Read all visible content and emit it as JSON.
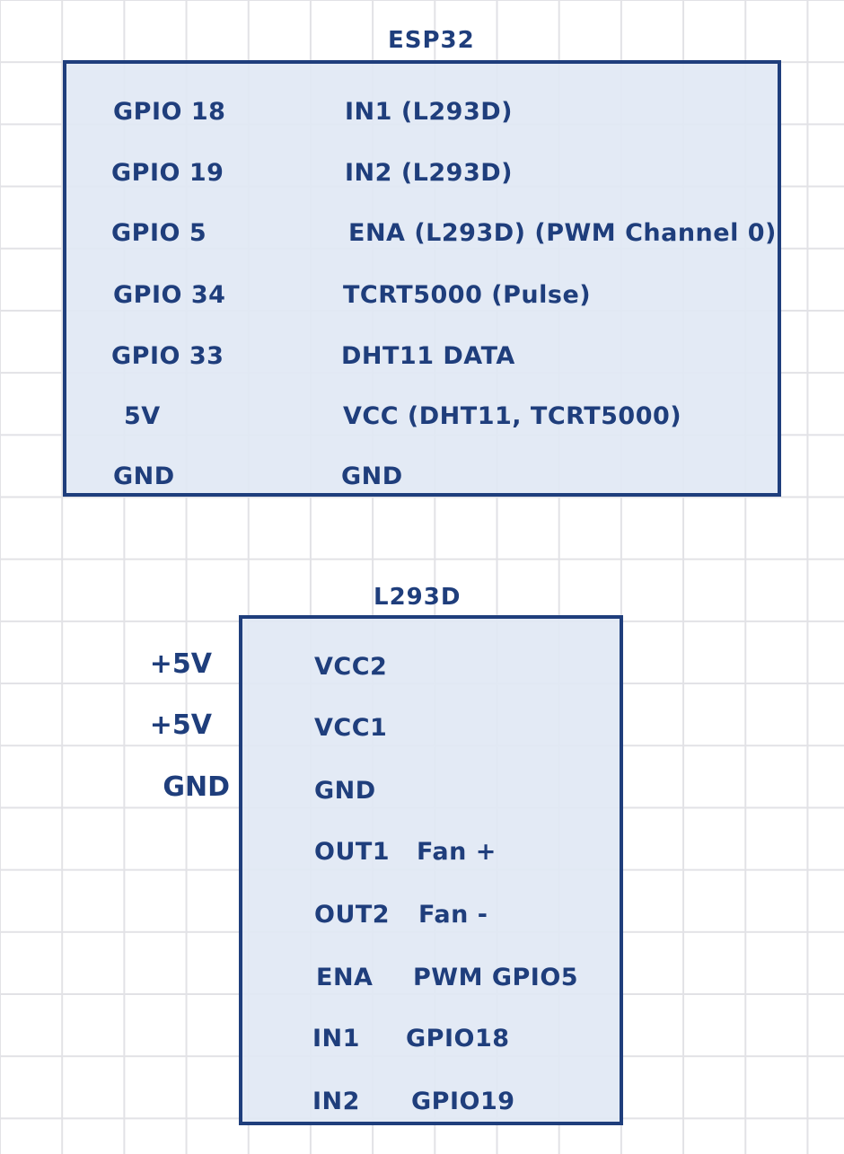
{
  "esp32": {
    "title": "ESP32",
    "rows": [
      {
        "pin": "GPIO 18",
        "connection": "IN1 (L293D)"
      },
      {
        "pin": "GPIO 19",
        "connection": "IN2 (L293D)"
      },
      {
        "pin": "GPIO 5",
        "connection": "ENA (L293D) (PWM Channel 0)"
      },
      {
        "pin": "GPIO 34",
        "connection": "TCRT5000 (Pulse)"
      },
      {
        "pin": "GPIO 33",
        "connection": "DHT11 DATA"
      },
      {
        "pin": "5V",
        "connection": "VCC (DHT11, TCRT5000)"
      },
      {
        "pin": "GND",
        "connection": "GND"
      }
    ]
  },
  "l293d": {
    "title": "L293D",
    "external": [
      "+5V",
      "+5V",
      "GND"
    ],
    "rows": [
      {
        "pin": "VCC2",
        "connection": ""
      },
      {
        "pin": "VCC1",
        "connection": ""
      },
      {
        "pin": "GND",
        "connection": ""
      },
      {
        "pin": "OUT1",
        "connection": "Fan +"
      },
      {
        "pin": "OUT2",
        "connection": "Fan -"
      },
      {
        "pin": "ENA",
        "connection": "PWM GPIO5"
      },
      {
        "pin": "IN1",
        "connection": "GPIO18"
      },
      {
        "pin": "IN2",
        "connection": "GPIO19"
      }
    ]
  }
}
